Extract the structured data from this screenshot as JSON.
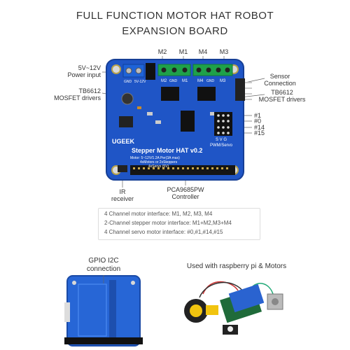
{
  "title": {
    "line1": "FULL FUNCTION MOTOR HAT ROBOT",
    "line2": "EXPANSION BOARD"
  },
  "callouts": {
    "power": [
      "5V~12V",
      "Power input"
    ],
    "drivers_left": [
      "TB6612",
      "MOSFET drivers"
    ],
    "sensor": [
      "Sensor",
      "Connection"
    ],
    "drivers_right": [
      "TB6612",
      "MOSFET drivers"
    ],
    "m2": "M2",
    "m1": "M1",
    "m4": "M4",
    "m3": "M3",
    "servo1": "#1",
    "servo0": "#0",
    "servo14": "#14",
    "servo15": "#15",
    "ir": [
      "IR",
      "receiver"
    ],
    "pca": [
      "PCA9685PW",
      "Controller"
    ]
  },
  "board": {
    "brand": "UGEEK",
    "name": "Stepper Motor HAT v0.2",
    "spec1": "Motor: 5~12V/1.2A Per(3A max)",
    "spec2": "4xMotors or 2xSteppers",
    "spec3": "4xServo (5V)",
    "pwm": "PWM/Servo",
    "svg": "S V G",
    "gnd": "GND",
    "v": "5V-12V",
    "m2": "M2",
    "gnd2": "GND",
    "m1": "M1",
    "m4": "M4",
    "gnd4": "GND",
    "m3": "M3"
  },
  "features": [
    "4 Channel motor interface: M1, M2, M3, M4",
    "2-Channel stepper motor interface: M1+M2,M3+M4",
    "4 Channel servo motor interface: #0,#1,#14,#15"
  ],
  "bottom": {
    "gpio": [
      "GPIO I2C",
      "connection"
    ],
    "used": "Used with raspberry pi & Motors"
  },
  "colors": {
    "board": "#1f55c6",
    "terminal_blue": "#1e63d8",
    "terminal_green": "#1fa14a"
  }
}
